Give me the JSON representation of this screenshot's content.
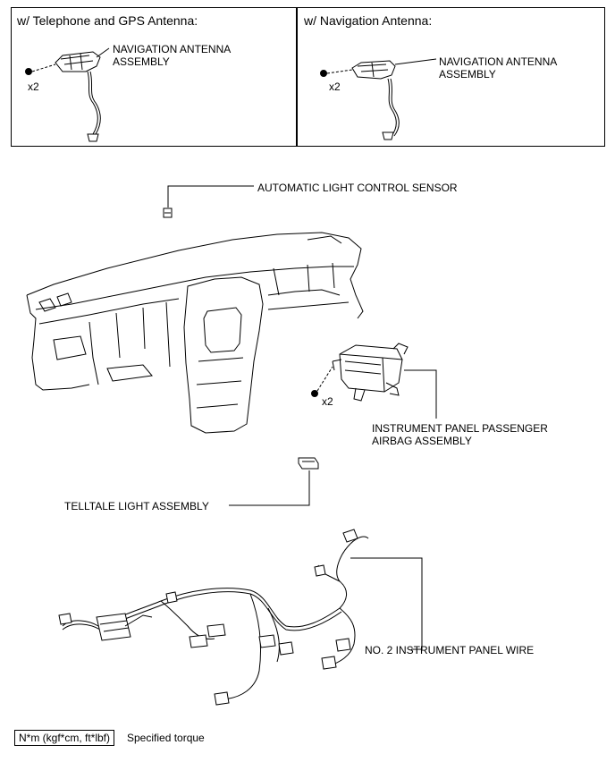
{
  "panels": {
    "left": {
      "header": "w/ Telephone and GPS Antenna:",
      "label_line1": "NAVIGATION ANTENNA",
      "label_line2": "ASSEMBLY",
      "qty": "x2"
    },
    "right": {
      "header": "w/ Navigation Antenna:",
      "label_line1": "NAVIGATION ANTENNA",
      "label_line2": "ASSEMBLY",
      "qty": "x2"
    }
  },
  "callouts": {
    "light_sensor": "AUTOMATIC LIGHT CONTROL SENSOR",
    "airbag_line1": "INSTRUMENT PANEL PASSENGER",
    "airbag_line2": "AIRBAG ASSEMBLY",
    "airbag_qty": "x2",
    "telltale": "TELLTALE LIGHT ASSEMBLY",
    "wire": "NO. 2 INSTRUMENT PANEL WIRE"
  },
  "legend": {
    "symbol": "N*m (kgf*cm, ft*lbf)",
    "text": "Specified torque"
  }
}
